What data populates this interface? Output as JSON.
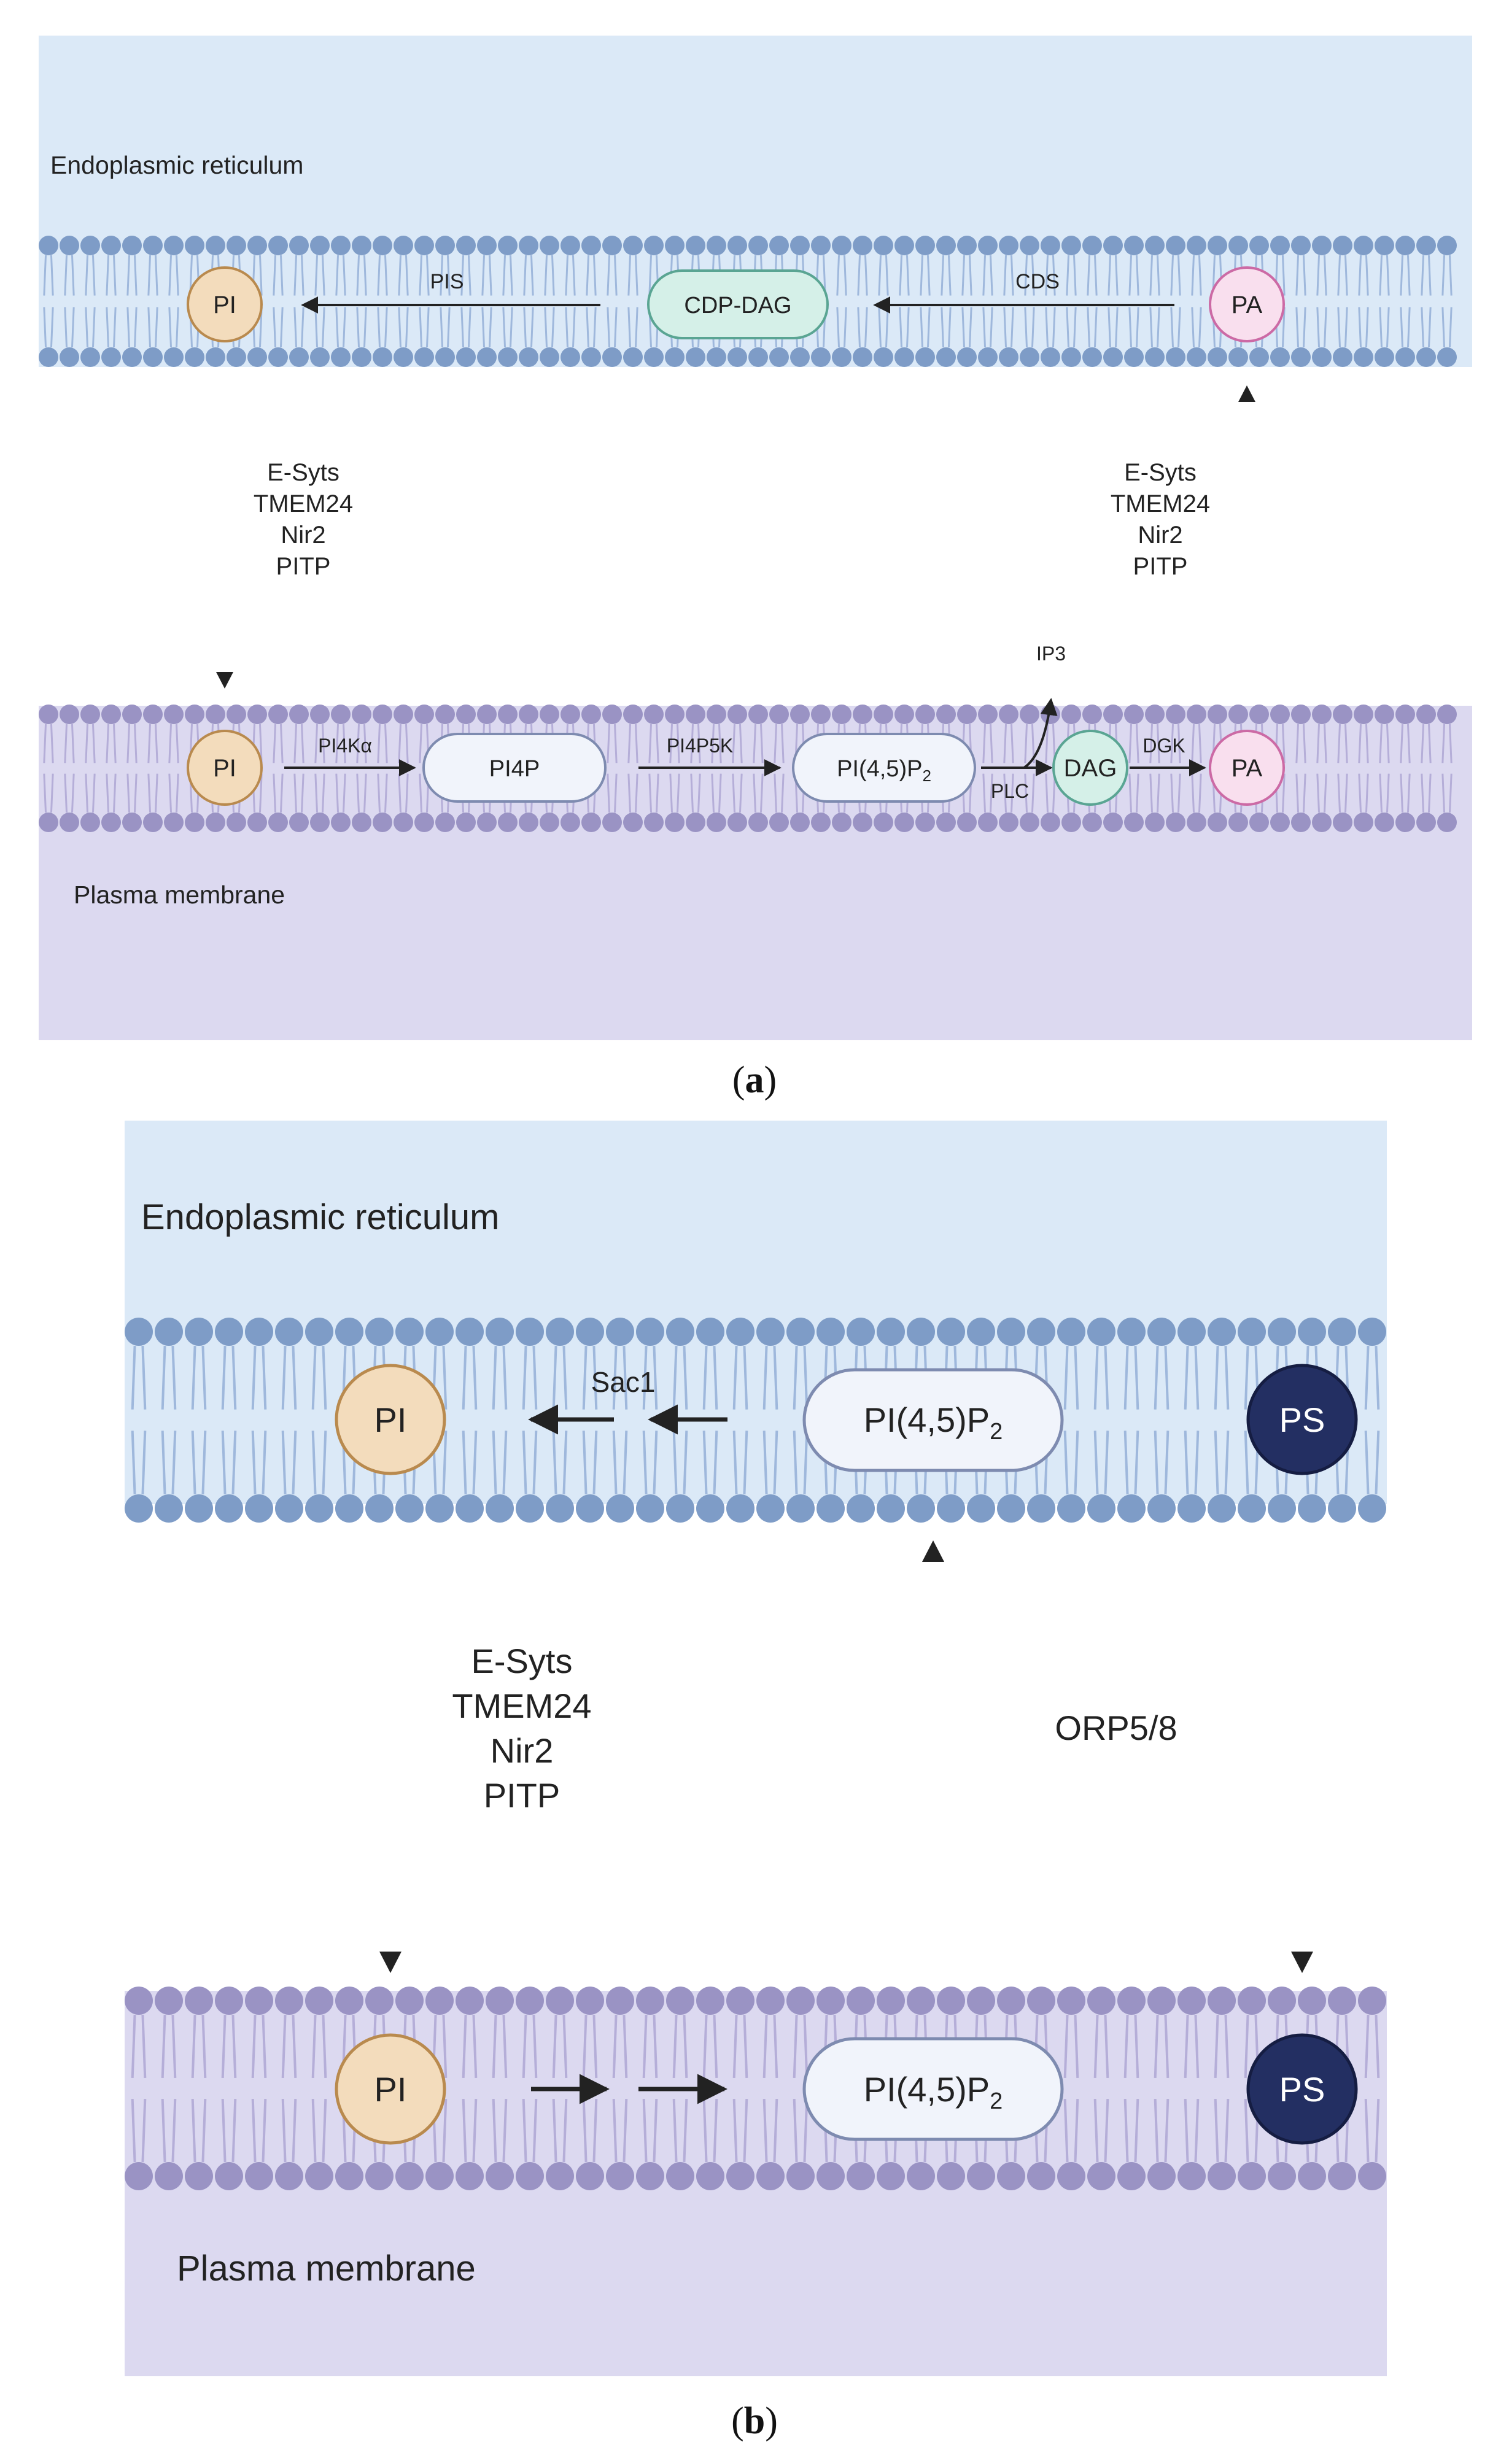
{
  "panel_a": {
    "compartment_top": "Endoplasmic reticulum",
    "compartment_bottom": "Plasma membrane",
    "er_nodes": {
      "pi": "PI",
      "cdp_dag": "CDP-DAG",
      "pa": "PA"
    },
    "er_enzymes": {
      "pis": "PIS",
      "cds": "CDS"
    },
    "pm_nodes": {
      "pi": "PI",
      "pi4p": "PI4P",
      "pip2": "PI(4,5)P",
      "pip2_sub": "2",
      "dag": "DAG",
      "pa": "PA"
    },
    "pm_enzymes": {
      "pi4ka": "PI4Kα",
      "pi4p5k": "PI4P5K",
      "plc": "PLC",
      "dgk": "DGK",
      "ip3": "IP3"
    },
    "transport_left": [
      "E-Syts",
      "TMEM24",
      "Nir2",
      "PITP"
    ],
    "transport_right": [
      "E-Syts",
      "TMEM24",
      "Nir2",
      "PITP"
    ],
    "caption_open": "(",
    "caption_letter": "a",
    "caption_close": ")"
  },
  "panel_b": {
    "compartment_top": "Endoplasmic reticulum",
    "compartment_bottom": "Plasma membrane",
    "er_nodes": {
      "pi": "PI",
      "pip2": "PI(4,5)P",
      "pip2_sub": "2",
      "ps": "PS"
    },
    "er_enzymes": {
      "sac1": "Sac1"
    },
    "pm_nodes": {
      "pi": "PI",
      "pip2": "PI(4,5)P",
      "pip2_sub": "2",
      "ps": "PS"
    },
    "transport_left": [
      "E-Syts",
      "TMEM24",
      "Nir2",
      "PITP"
    ],
    "transport_orp": "ORP5/8",
    "caption_open": "(",
    "caption_letter": "b",
    "caption_close": ")"
  },
  "colors": {
    "er_background": "#dbe9f7",
    "pm_background": "#dcd9f0",
    "er_lipid_head": "#7e9cc7",
    "pm_lipid_head": "#9a93c4",
    "pi_fill": "#f3dcbc",
    "pi_stroke": "#b98a4e",
    "cdp_dag_fill": "#d5f0e8",
    "cdp_dag_stroke": "#5aa593",
    "pa_fill": "#f9dfee",
    "pa_stroke": "#cc6aa5",
    "pip_fill": "#f1f4fb",
    "pip_stroke": "#7e8bb0",
    "ps_fill": "#232f62"
  }
}
